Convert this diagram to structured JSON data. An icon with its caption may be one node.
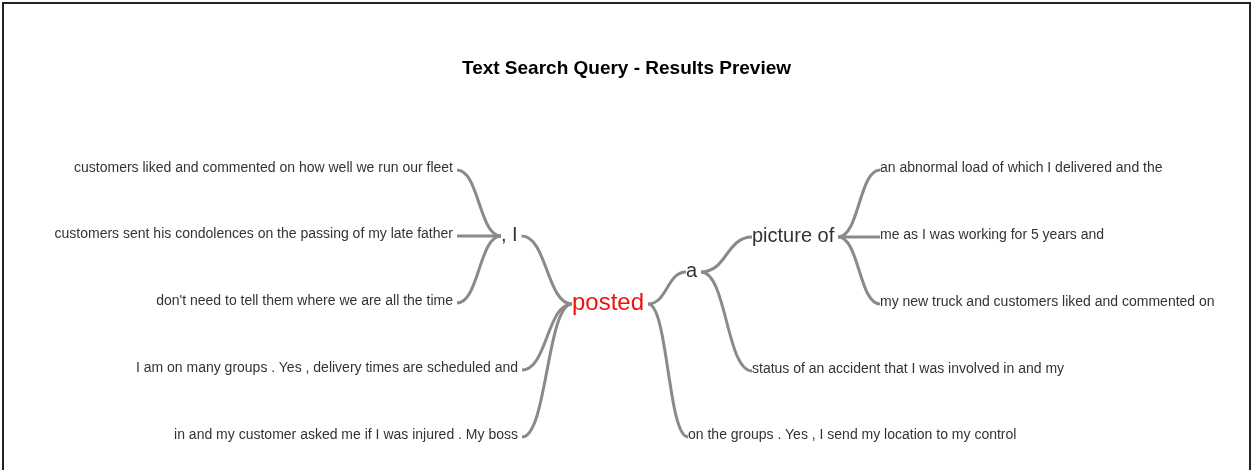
{
  "diagram": {
    "title": "Text Search Query - Results Preview",
    "nodes": [
      {
        "text": [
          "customers liked and commented on how well we run our fleet"
        ]
      },
      {
        "text": [
          "customers sent his condolences on the passing of my late father"
        ]
      },
      {
        "text": [
          "don't need to tell them where we are all the time"
        ]
      },
      {
        "text": [
          ", I"
        ]
      },
      {
        "text": [
          "I am on many groups . Yes , delivery times are scheduled and"
        ]
      },
      {
        "text": [
          "in and my customer asked me if I was injured . My boss"
        ]
      },
      {
        "text": [
          "posted"
        ]
      },
      {
        "text": [
          "a"
        ]
      },
      {
        "text": [
          "picture of"
        ]
      },
      {
        "text": [
          "an abnormal load of which I delivered and the"
        ]
      },
      {
        "text": [
          "me as I was working for 5 years and"
        ]
      },
      {
        "text": [
          "my new truck and customers liked and commented on"
        ]
      },
      {
        "text": [
          "status of an accident that I was involved in and my"
        ]
      },
      {
        "text": [
          "on the groups . Yes , I send my location to my control"
        ]
      }
    ],
    "edges": [
      {
        "from": 0,
        "to": 3,
        "arrow": "none"
      },
      {
        "from": 1,
        "to": 3,
        "arrow": "none"
      },
      {
        "from": 2,
        "to": 3,
        "arrow": "none"
      },
      {
        "from": 3,
        "to": 6,
        "arrow": "none"
      },
      {
        "from": 4,
        "to": 6,
        "arrow": "none"
      },
      {
        "from": 5,
        "to": 6,
        "arrow": "none"
      },
      {
        "from": 6,
        "to": 7,
        "arrow": "none"
      },
      {
        "from": 6,
        "to": 13,
        "arrow": "none"
      },
      {
        "from": 7,
        "to": 8,
        "arrow": "none"
      },
      {
        "from": 7,
        "to": 12,
        "arrow": "none"
      },
      {
        "from": 8,
        "to": 9,
        "arrow": "none"
      },
      {
        "from": 8,
        "to": 10,
        "arrow": "none"
      },
      {
        "from": 8,
        "to": 11,
        "arrow": "none"
      }
    ]
  }
}
